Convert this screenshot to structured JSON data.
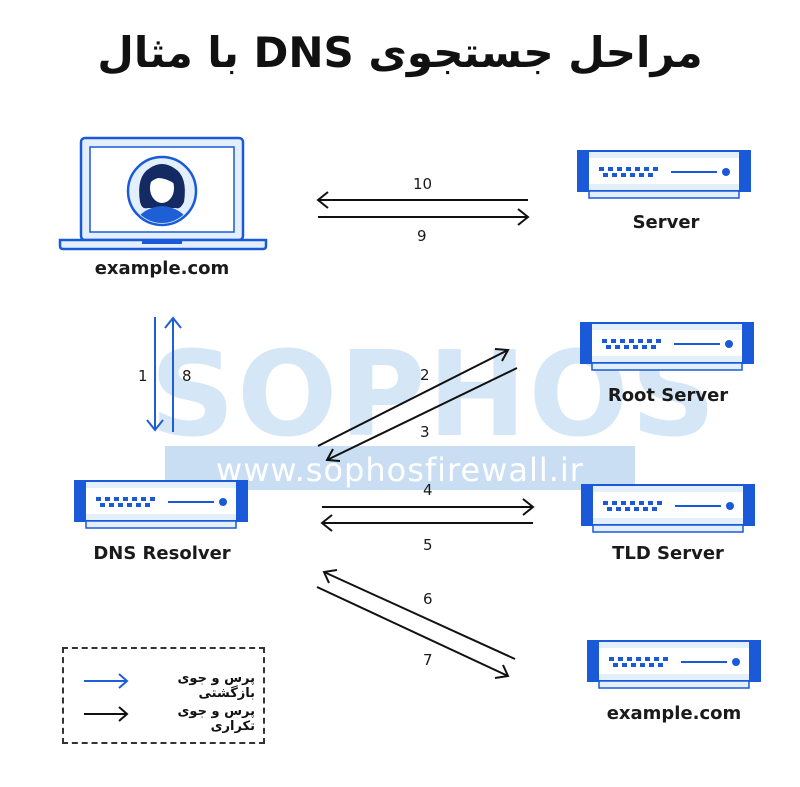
{
  "title": "مراحل جستجوی DNS با مثال",
  "watermark": {
    "brand": "SOPHOS",
    "url": "www.sophosfirewall.ir"
  },
  "nodes": {
    "client": "example.com",
    "server": "Server",
    "root_server": "Root Server",
    "dns_resolver": "DNS Resolver",
    "tld_server": "TLD Server",
    "auth_server": "example.com"
  },
  "steps": {
    "s1": "1",
    "s2": "2",
    "s3": "3",
    "s4": "4",
    "s5": "5",
    "s6": "6",
    "s7": "7",
    "s8": "8",
    "s9": "9",
    "s10": "10"
  },
  "legend": {
    "recursive": "پرس و جوی بازگشتی",
    "iterative": "پرس و جوی تکراری"
  },
  "colors": {
    "accent": "#1f5fd6",
    "outline": "#1a5ad8",
    "fill": "#e3f0fc",
    "arrow_black": "#111111"
  },
  "icons": {
    "client": "laptop-user-icon",
    "server": "server-icon"
  }
}
